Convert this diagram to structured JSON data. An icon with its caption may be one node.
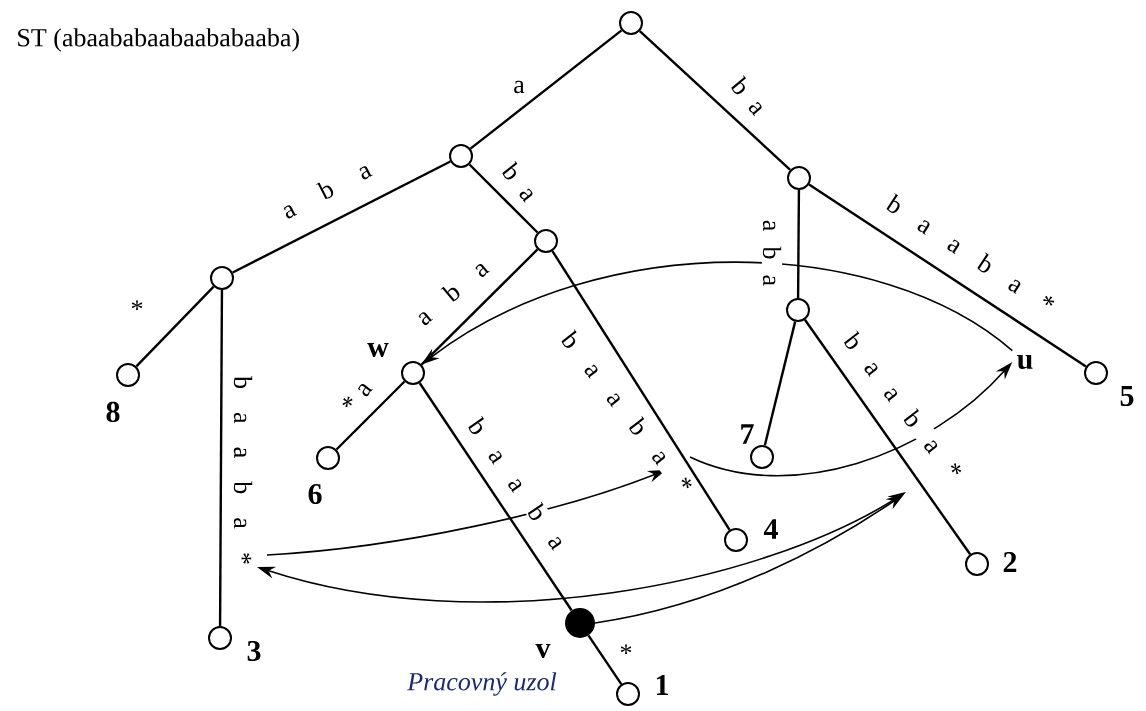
{
  "diagram": {
    "title": "ST (abaababaabaababaaba)",
    "nodes": [
      {
        "text": [],
        "shape": "circle"
      },
      {
        "text": [],
        "shape": "circle"
      },
      {
        "text": [],
        "shape": "circle"
      },
      {
        "text": [],
        "shape": "circle"
      },
      {
        "text": [],
        "shape": "circle"
      },
      {
        "text": [],
        "shape": "circle",
        "beside": [
          "w"
        ]
      },
      {
        "text": [],
        "shape": "circle"
      },
      {
        "text": [],
        "shape": "circle",
        "beside": [
          "8"
        ]
      },
      {
        "text": [],
        "shape": "circle",
        "beside": [
          "3"
        ]
      },
      {
        "text": [],
        "shape": "circle",
        "beside": [
          "6"
        ]
      },
      {
        "text": [],
        "shape": "dot",
        "beside": [
          "v",
          "Pracovný uzol"
        ]
      },
      {
        "text": [],
        "shape": "circle",
        "beside": [
          "1"
        ]
      },
      {
        "text": [],
        "shape": "circle",
        "beside": [
          "4"
        ]
      },
      {
        "text": [],
        "shape": "circle",
        "beside": [
          "7"
        ]
      },
      {
        "text": [],
        "shape": "circle",
        "beside": [
          "2"
        ]
      },
      {
        "text": [],
        "shape": "circle",
        "beside": [
          "5"
        ]
      },
      {
        "text": [
          "u"
        ]
      }
    ],
    "edges": [
      {
        "from": 0,
        "to": 1,
        "arrow": "none",
        "label": "a"
      },
      {
        "from": 0,
        "to": 2,
        "arrow": "none",
        "label": "b a"
      },
      {
        "from": 1,
        "to": 3,
        "arrow": "none",
        "label": "a b a"
      },
      {
        "from": 1,
        "to": 4,
        "arrow": "none",
        "label": "b a"
      },
      {
        "from": 2,
        "to": 6,
        "arrow": "none",
        "label": "a b a"
      },
      {
        "from": 2,
        "to": 15,
        "arrow": "none",
        "label": "b a a b a *"
      },
      {
        "from": 3,
        "to": 7,
        "arrow": "none",
        "label": "*"
      },
      {
        "from": 3,
        "to": 8,
        "arrow": "none",
        "label": "b a a b a *"
      },
      {
        "from": 4,
        "to": 5,
        "arrow": "none",
        "label": "a b a"
      },
      {
        "from": 4,
        "to": 12,
        "arrow": "none",
        "label": "b a a b a *"
      },
      {
        "from": 5,
        "to": 9,
        "arrow": "none",
        "label": "* a"
      },
      {
        "from": 5,
        "to": 10,
        "arrow": "none",
        "label": "b a a b a"
      },
      {
        "from": 10,
        "to": 11,
        "arrow": "none",
        "label": "*"
      },
      {
        "from": 6,
        "to": 13,
        "arrow": "none"
      },
      {
        "from": 6,
        "to": 14,
        "arrow": "none",
        "label": "b a a b a *"
      },
      {
        "from": 16,
        "to": 5,
        "arrow": "to"
      },
      {
        "from": null,
        "to": 16,
        "arrow": "to"
      },
      {
        "from": 10,
        "to": null,
        "arrow": "to"
      }
    ]
  }
}
